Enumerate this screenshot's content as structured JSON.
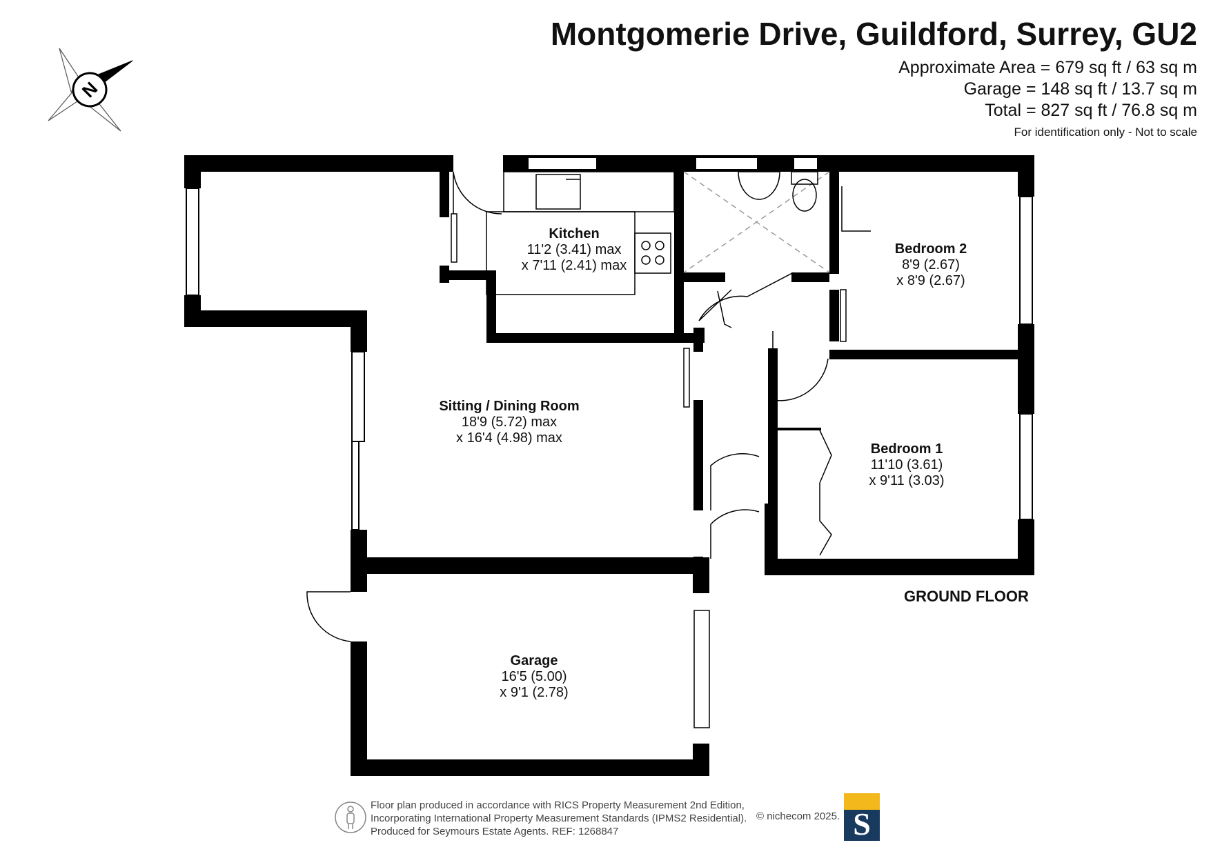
{
  "header": {
    "title": "Montgomerie Drive, Guildford, Surrey, GU2",
    "approx_area": "Approximate Area = 679 sq ft / 63 sq m",
    "garage_area": "Garage = 148 sq ft / 13.7 sq m",
    "total_area": "Total = 827 sq ft / 76.8 sq m",
    "disclaimer": "For identification only - Not to scale"
  },
  "compass": {
    "label": "N"
  },
  "rooms": {
    "kitchen": {
      "name": "Kitchen",
      "dim1": "11'2 (3.41) max",
      "dim2": "x 7'11 (2.41) max"
    },
    "bedroom2": {
      "name": "Bedroom 2",
      "dim1": "8'9 (2.67)",
      "dim2": "x 8'9 (2.67)"
    },
    "sitting": {
      "name": "Sitting / Dining Room",
      "dim1": "18'9 (5.72) max",
      "dim2": "x 16'4 (4.98) max"
    },
    "bedroom1": {
      "name": "Bedroom 1",
      "dim1": "11'10 (3.61)",
      "dim2": "x 9'11 (3.03)"
    },
    "garage": {
      "name": "Garage",
      "dim1": "16'5 (5.00)",
      "dim2": "x 9'1 (2.78)"
    }
  },
  "floor_label": "GROUND FLOOR",
  "footer": {
    "line1": "Floor plan produced in accordance with RICS Property Measurement 2nd Edition,",
    "line2": "Incorporating International Property Measurement Standards (IPMS2 Residential).",
    "line3": "Produced for Seymours Estate Agents.    REF: 1268847",
    "copyright": "© nichecom 2025.",
    "logo_letter": "S"
  },
  "colors": {
    "wall": "#000000",
    "logo_top": "#f2b81c",
    "logo_bottom": "#173a5e"
  }
}
